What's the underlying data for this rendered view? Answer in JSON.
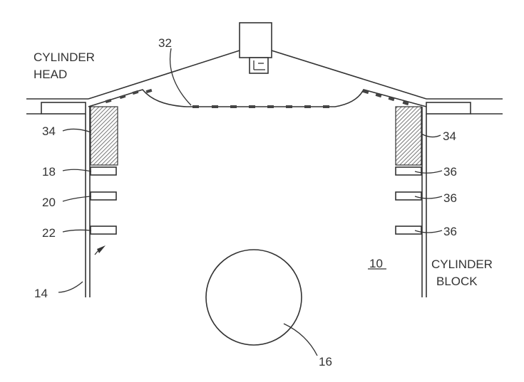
{
  "figure": {
    "labels": {
      "cylinder_head_line1": "CYLINDER",
      "cylinder_head_line2": "HEAD",
      "cylinder_block_line1": "CYLINDER",
      "cylinder_block_line2": "BLOCK",
      "ref_32": "32",
      "ref_34_left": "34",
      "ref_34_right": "34",
      "ref_18": "18",
      "ref_20": "20",
      "ref_22": "22",
      "ref_14": "14",
      "ref_10": "10",
      "ref_16": "16",
      "ref_36_top": "36",
      "ref_36_mid": "36",
      "ref_36_bottom": "36"
    }
  }
}
